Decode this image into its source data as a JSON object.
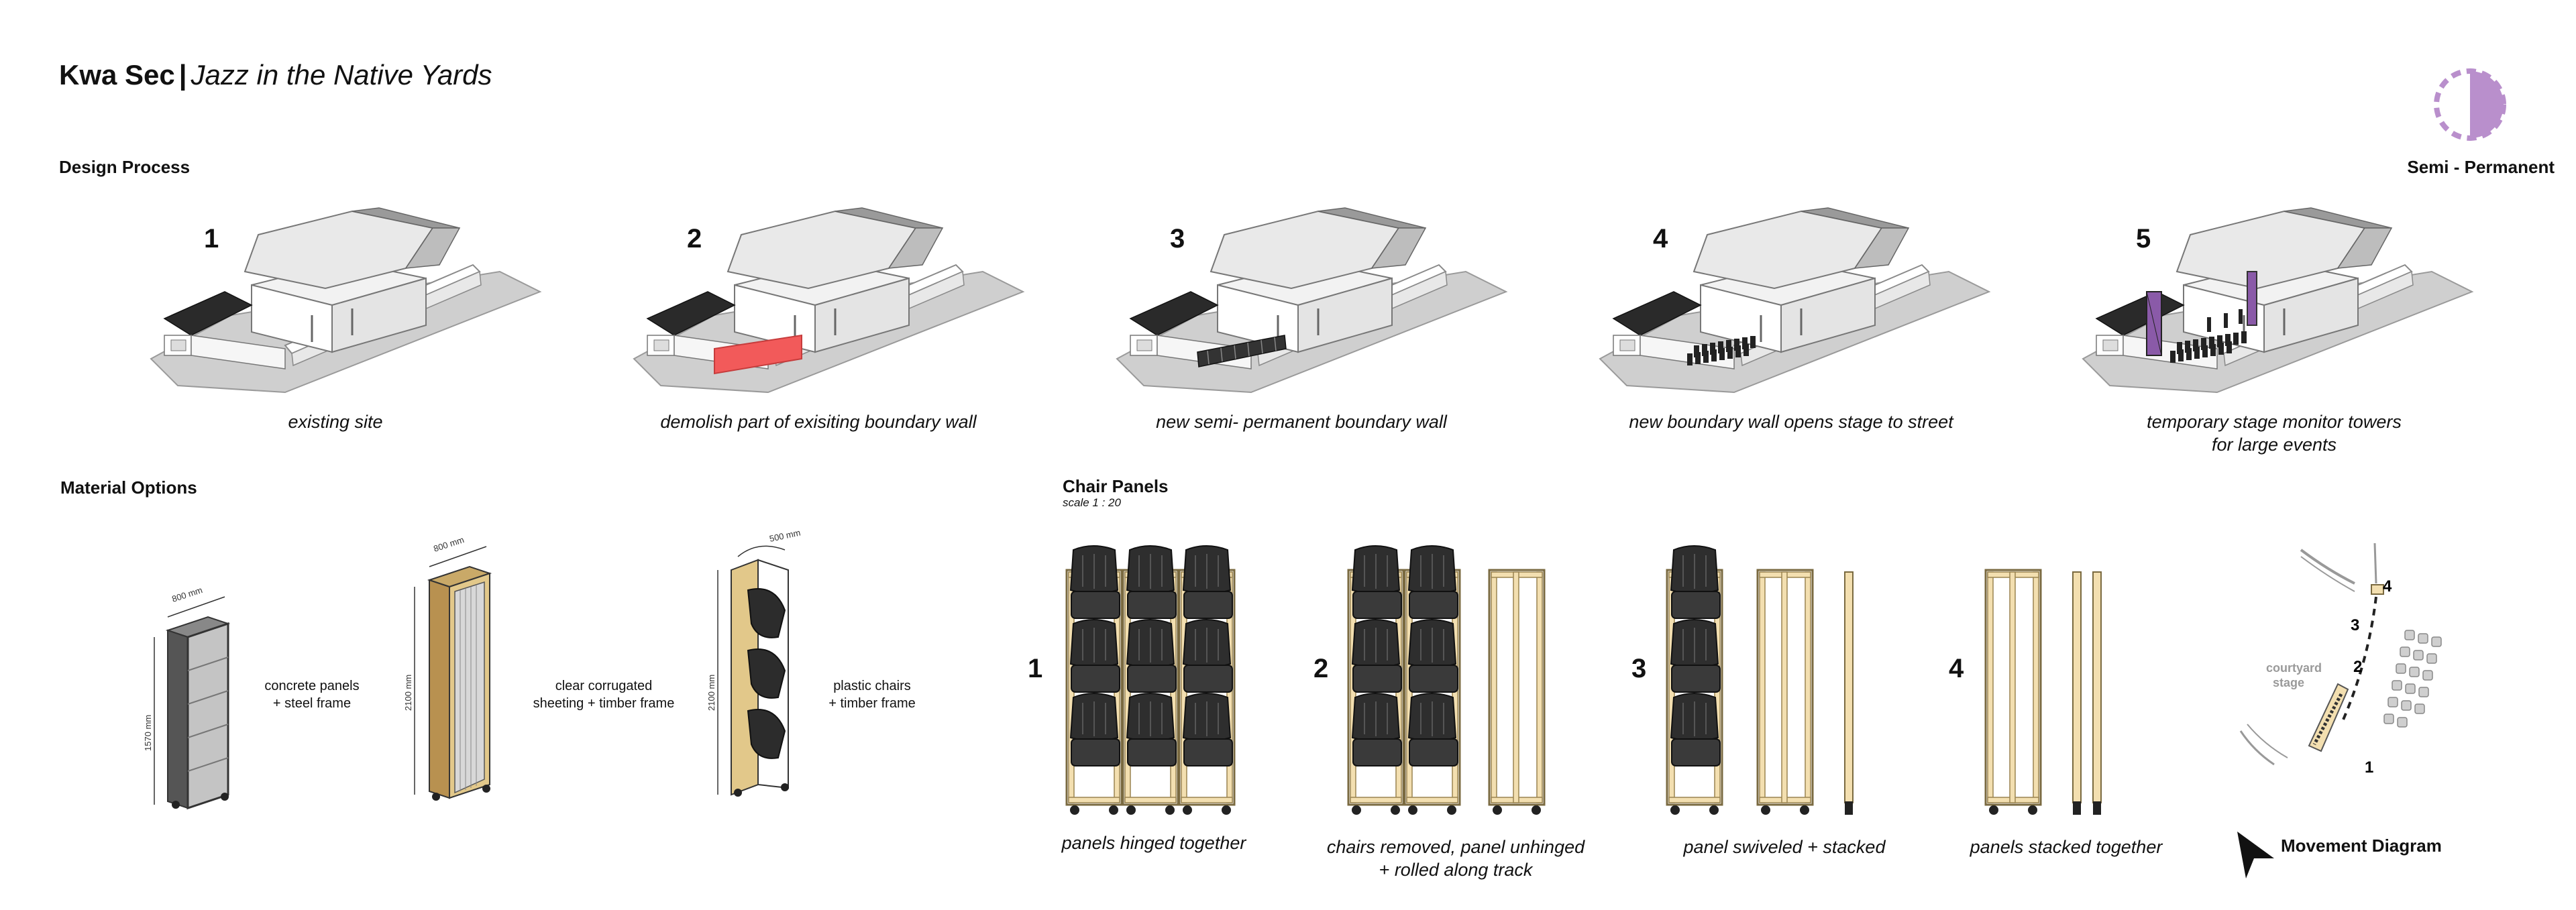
{
  "header": {
    "title": "Kwa Sec",
    "separator": "|",
    "subtitle": "Jazz in the Native Yards"
  },
  "badge": {
    "label": "Semi - Permanent",
    "color": "#b98fcc"
  },
  "design_process": {
    "heading": "Design Process",
    "steps": [
      {
        "num": "1",
        "caption": "existing site"
      },
      {
        "num": "2",
        "caption": "demolish part of exisiting boundary wall"
      },
      {
        "num": "3",
        "caption": "new semi- permanent boundary wall"
      },
      {
        "num": "4",
        "caption": "new boundary wall opens stage to street"
      },
      {
        "num": "5",
        "caption_line1": "temporary stage monitor towers",
        "caption_line2": "for large events"
      }
    ],
    "highlight_color": "#f25a5a"
  },
  "material_options": {
    "heading": "Material Options",
    "items": [
      {
        "line1": "concrete panels",
        "line2": "+ steel frame",
        "width_dim": "800 mm",
        "height_dim": "1570 mm"
      },
      {
        "line1": "clear corrugated",
        "line2": "sheeting + timber frame",
        "width_dim": "800 mm",
        "height_dim": "2100 mm"
      },
      {
        "line1": "plastic chairs",
        "line2": "+ timber frame",
        "width_dim": "500 mm",
        "height_dim": "2100 mm"
      }
    ]
  },
  "chair_panels": {
    "heading": "Chair Panels",
    "scale": "scale 1 : 20",
    "steps": [
      {
        "num": "1",
        "line1": "panels hinged together",
        "line2": ""
      },
      {
        "num": "2",
        "line1": "chairs removed, panel unhinged",
        "line2": "+ rolled along track"
      },
      {
        "num": "3",
        "line1": "panel swiveled + stacked",
        "line2": ""
      },
      {
        "num": "4",
        "line1": "panels stacked together",
        "line2": ""
      }
    ],
    "timber_color": "#f3dfb0"
  },
  "movement_diagram": {
    "label": "Movement Diagram",
    "stage_line1": "courtyard",
    "stage_line2": "stage",
    "markers": [
      "1",
      "2",
      "3",
      "4"
    ]
  }
}
